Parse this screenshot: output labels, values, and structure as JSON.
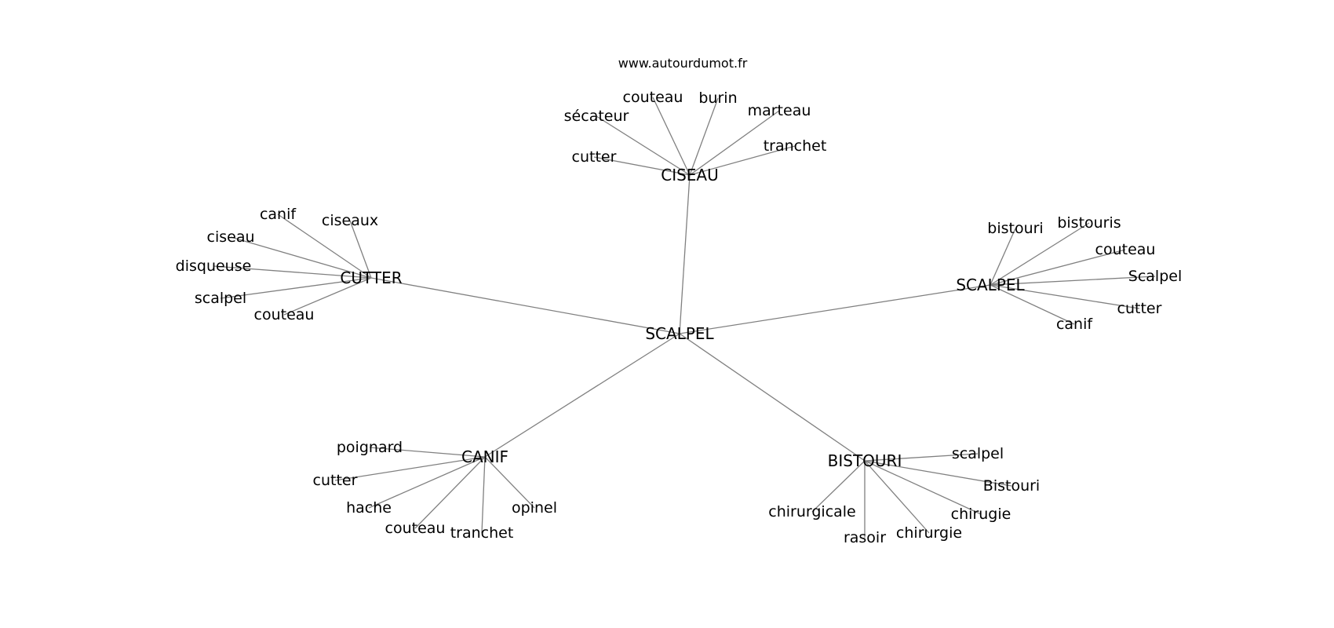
{
  "watermark": "www.autourdumot.fr",
  "graph": {
    "center": "SCALPEL",
    "clusters": [
      {
        "hub": "CISEAU",
        "leaves": [
          "couteau",
          "burin",
          "sécateur",
          "marteau",
          "tranchet",
          "cutter"
        ]
      },
      {
        "hub": "CUTTER",
        "leaves": [
          "canif",
          "ciseaux",
          "ciseau",
          "disqueuse",
          "scalpel",
          "couteau"
        ]
      },
      {
        "hub": "SCALPEL",
        "leaves": [
          "bistouri",
          "bistouris",
          "couteau",
          "Scalpel",
          "cutter",
          "canif"
        ]
      },
      {
        "hub": "CANIF",
        "leaves": [
          "poignard",
          "cutter",
          "hache",
          "couteau",
          "tranchet",
          "opinel"
        ]
      },
      {
        "hub": "BISTOURI",
        "leaves": [
          "scalpel",
          "Bistouri",
          "chirurgicale",
          "chirugie",
          "rasoir",
          "chirurgie"
        ]
      }
    ]
  }
}
